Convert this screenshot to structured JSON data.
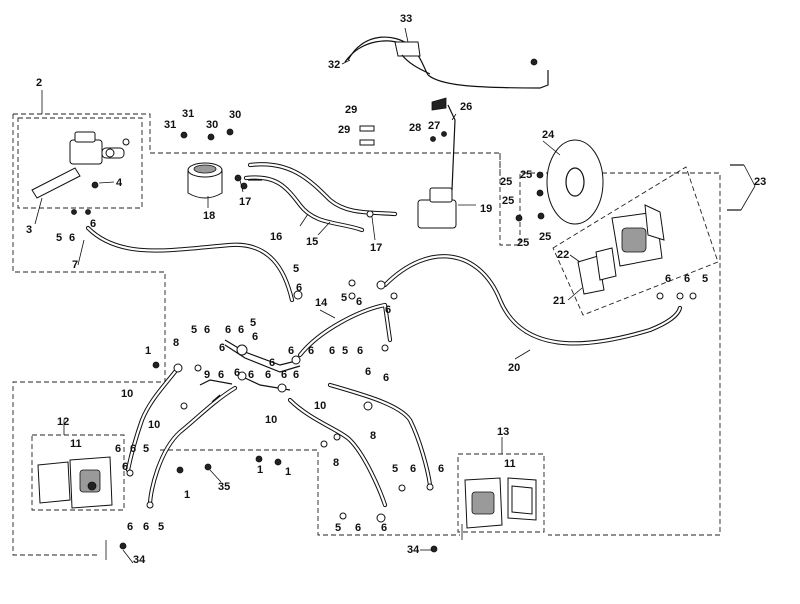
{
  "diagram": {
    "labels": {
      "cable": "32",
      "lever": "33",
      "front_master_cylinder": "2",
      "rear_master_cylinder": "19",
      "reservoir": "18",
      "disc": "24",
      "caliper_assembly_right": "21",
      "caliper_left": "12",
      "caliper_rear": "13"
    },
    "callouts": [
      "1",
      "2",
      "3",
      "4",
      "5",
      "6",
      "7",
      "8",
      "9",
      "10",
      "11",
      "12",
      "13",
      "14",
      "15",
      "16",
      "17",
      "18",
      "19",
      "20",
      "21",
      "22",
      "23",
      "24",
      "25",
      "26",
      "27",
      "28",
      "29",
      "30",
      "31",
      "32",
      "33",
      "34",
      "35"
    ]
  }
}
